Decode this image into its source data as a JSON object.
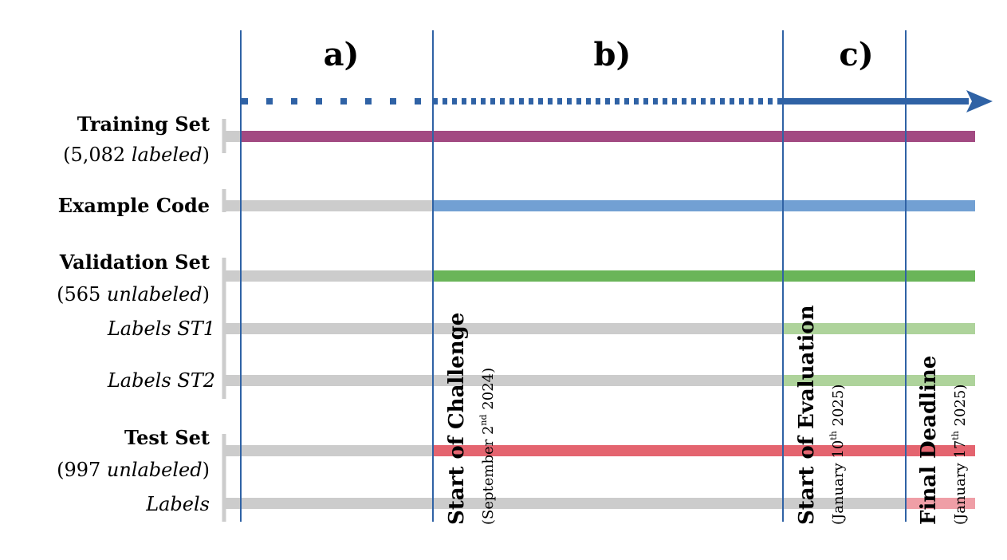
{
  "phases": [
    {
      "label": "a)"
    },
    {
      "label": "b)"
    },
    {
      "label": "c)"
    }
  ],
  "row_labels": {
    "training_title": "Training Set",
    "training_count": "(5,082 ",
    "training_kind": "labeled",
    "training_close": ")",
    "example_code": "Example Code",
    "validation_title": "Validation Set",
    "validation_count": "(565 ",
    "validation_kind": "unlabeled",
    "validation_close": ")",
    "labels_st1": "Labels ST1",
    "labels_st2": "Labels ST2",
    "test_title": "Test Set",
    "test_count": "(997 ",
    "test_kind": "unlabeled",
    "test_close": ")",
    "test_labels": "Labels"
  },
  "milestones": [
    {
      "title": "Start of Challenge",
      "date_pre": "(September 2",
      "date_sup": "nd",
      "date_post": " 2024)"
    },
    {
      "title": "Start of Evaluation",
      "date_pre": "(January 10",
      "date_sup": "th",
      "date_post": " 2025)"
    },
    {
      "title": "Final Deadline",
      "date_pre": "(January 17",
      "date_sup": "th",
      "date_post": " 2025)"
    }
  ],
  "colors": {
    "axis_blue": "#2f62a5",
    "inactive_gray": "#cccccc",
    "training": "#a24a82",
    "example_code": "#72a0d3",
    "validation": "#6ab559",
    "labels_light_green": "#aed39b",
    "test": "#e4646f",
    "test_labels": "#ef9ea6"
  }
}
